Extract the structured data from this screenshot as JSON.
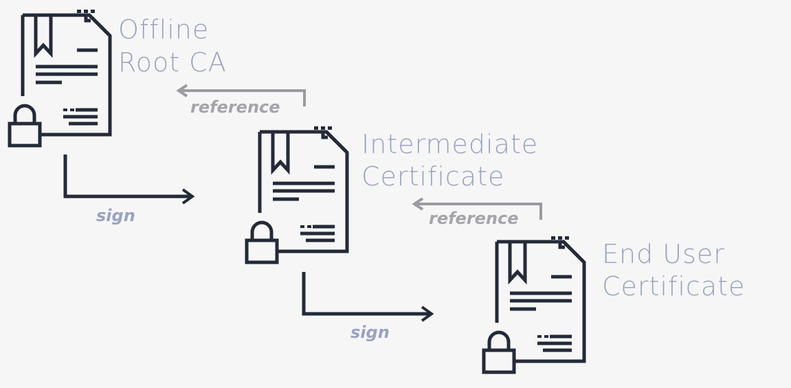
{
  "nodes": [
    {
      "id": "root",
      "title_line1": "Offline",
      "title_line2": "Root CA"
    },
    {
      "id": "intermediate",
      "title_line1": "Intermediate",
      "title_line2": "Certificate"
    },
    {
      "id": "enduser",
      "title_line1": "End User",
      "title_line2": "Certificate"
    }
  ],
  "edges": {
    "sign_root_to_intermediate": "sign",
    "sign_intermediate_to_enduser": "sign",
    "reference_intermediate_to_root": "reference",
    "reference_enduser_to_intermediate": "reference"
  },
  "colors": {
    "icon": "#232a38",
    "title": "#99a3c0",
    "sign": "#99a3c0",
    "reference_arrow": "#9a9aa0",
    "background": "#f6f6f6"
  }
}
